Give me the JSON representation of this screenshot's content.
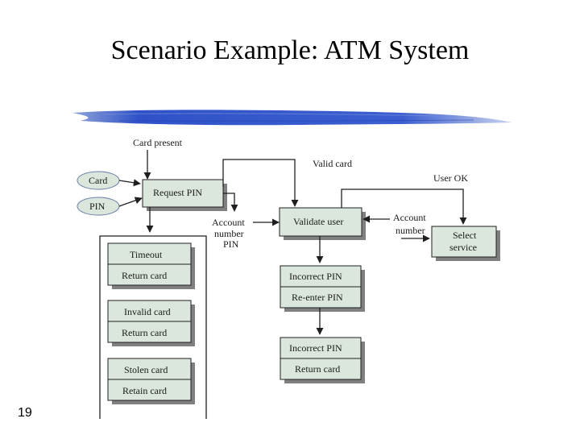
{
  "slide": {
    "title": "Scenario Example: ATM System",
    "page_number": "19"
  },
  "diagram": {
    "inputs": {
      "card_present": "Card present",
      "card": "Card",
      "pin": "PIN"
    },
    "boxes": {
      "request_pin": "Request PIN",
      "validate_user": "Validate user",
      "select_service_line1": "Select",
      "select_service_line2": "service"
    },
    "labels": {
      "valid_card": "Valid card",
      "user_ok": "User OK",
      "account_number_pin_line1": "Account",
      "account_number_pin_line2": "number",
      "account_number_pin_line3": "PIN",
      "account_number_line1": "Account",
      "account_number_line2": "number"
    },
    "exceptions": [
      {
        "top": "Timeout",
        "bottom": "Return card"
      },
      {
        "top": "Invalid card",
        "bottom": "Return card"
      },
      {
        "top": "Stolen card",
        "bottom": "Retain card"
      }
    ],
    "incorrect_pin": [
      {
        "top": "Incorrect PIN",
        "bottom": "Re-enter PIN"
      },
      {
        "top": "Incorrect PIN",
        "bottom": "Return card"
      }
    ]
  },
  "colors": {
    "box_fill": "#dbe7dc",
    "brush_blue": "#2f52c8",
    "ellipse_stroke": "#6a7fa8"
  }
}
